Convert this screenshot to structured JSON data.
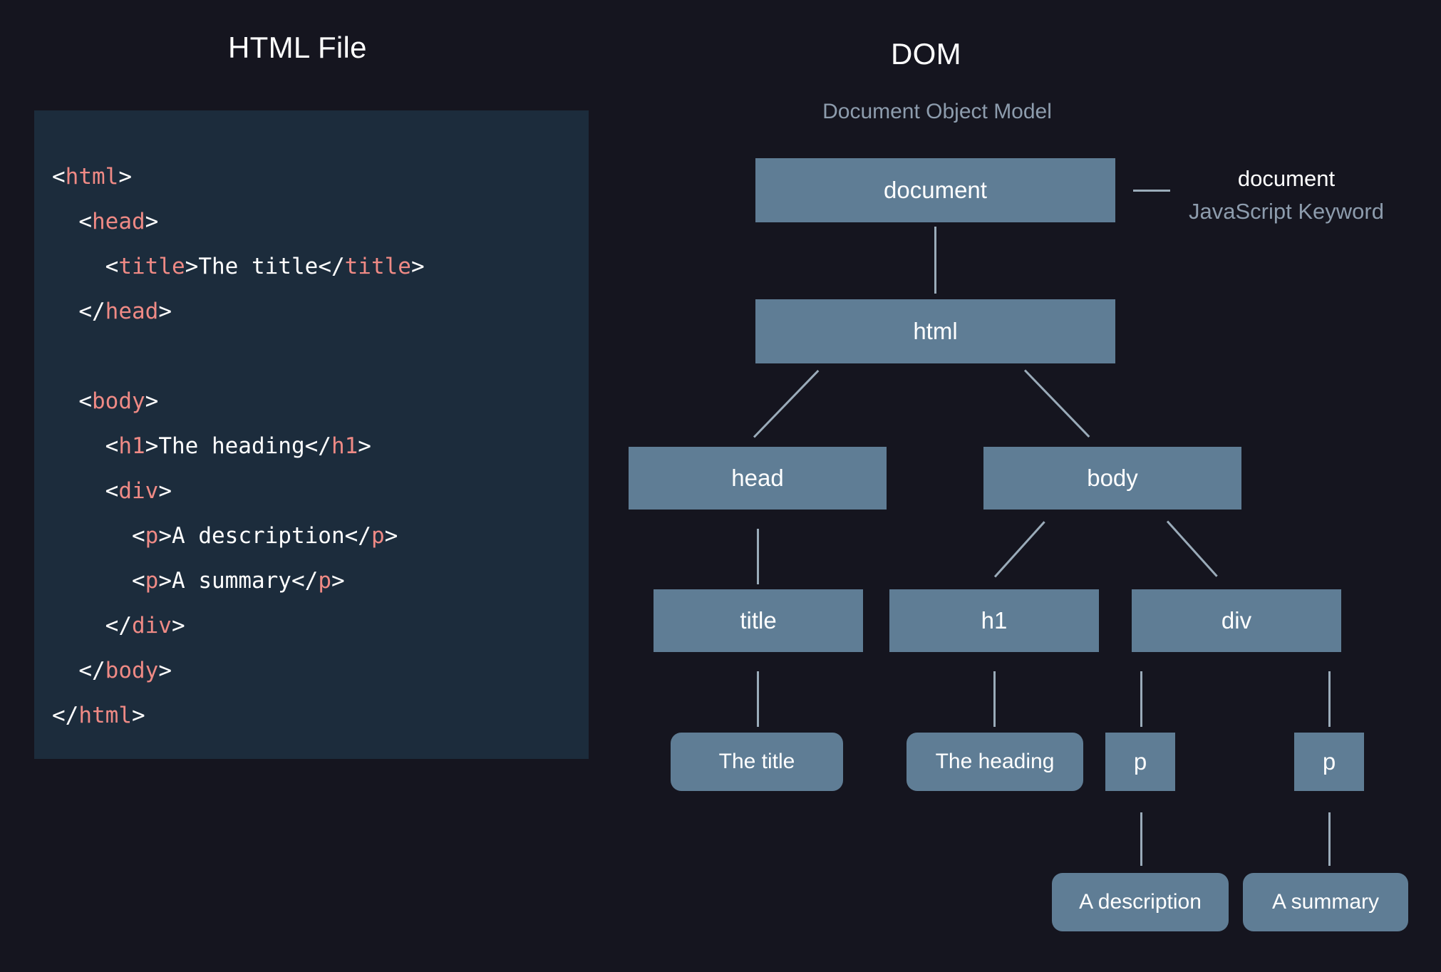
{
  "page": {
    "background_color": "#15151f",
    "node_color": "#5f7d95",
    "code_panel_color": "#1c2c3c",
    "tag_color": "#ef8a85",
    "edge_color": "#9aabb9",
    "muted_text_color": "#8d9cad"
  },
  "left": {
    "title": "HTML File",
    "code_lines": [
      {
        "indent": 0,
        "parts": [
          {
            "t": "punc",
            "v": "<"
          },
          {
            "t": "tag",
            "v": "html"
          },
          {
            "t": "punc",
            "v": ">"
          }
        ]
      },
      {
        "indent": 1,
        "parts": [
          {
            "t": "punc",
            "v": "<"
          },
          {
            "t": "tag",
            "v": "head"
          },
          {
            "t": "punc",
            "v": ">"
          }
        ]
      },
      {
        "indent": 2,
        "parts": [
          {
            "t": "punc",
            "v": "<"
          },
          {
            "t": "tag",
            "v": "title"
          },
          {
            "t": "punc",
            "v": ">"
          },
          {
            "t": "txt",
            "v": "The title"
          },
          {
            "t": "punc",
            "v": "</"
          },
          {
            "t": "tag",
            "v": "title"
          },
          {
            "t": "punc",
            "v": ">"
          }
        ]
      },
      {
        "indent": 1,
        "parts": [
          {
            "t": "punc",
            "v": "</"
          },
          {
            "t": "tag",
            "v": "head"
          },
          {
            "t": "punc",
            "v": ">"
          }
        ]
      },
      {
        "indent": 0,
        "parts": []
      },
      {
        "indent": 1,
        "parts": [
          {
            "t": "punc",
            "v": "<"
          },
          {
            "t": "tag",
            "v": "body"
          },
          {
            "t": "punc",
            "v": ">"
          }
        ]
      },
      {
        "indent": 2,
        "parts": [
          {
            "t": "punc",
            "v": "<"
          },
          {
            "t": "tag",
            "v": "h1"
          },
          {
            "t": "punc",
            "v": ">"
          },
          {
            "t": "txt",
            "v": "The heading"
          },
          {
            "t": "punc",
            "v": "</"
          },
          {
            "t": "tag",
            "v": "h1"
          },
          {
            "t": "punc",
            "v": ">"
          }
        ]
      },
      {
        "indent": 2,
        "parts": [
          {
            "t": "punc",
            "v": "<"
          },
          {
            "t": "tag",
            "v": "div"
          },
          {
            "t": "punc",
            "v": ">"
          }
        ]
      },
      {
        "indent": 3,
        "parts": [
          {
            "t": "punc",
            "v": "<"
          },
          {
            "t": "tag",
            "v": "p"
          },
          {
            "t": "punc",
            "v": ">"
          },
          {
            "t": "txt",
            "v": "A description"
          },
          {
            "t": "punc",
            "v": "</"
          },
          {
            "t": "tag",
            "v": "p"
          },
          {
            "t": "punc",
            "v": ">"
          }
        ]
      },
      {
        "indent": 3,
        "parts": [
          {
            "t": "punc",
            "v": "<"
          },
          {
            "t": "tag",
            "v": "p"
          },
          {
            "t": "punc",
            "v": ">"
          },
          {
            "t": "txt",
            "v": "A summary"
          },
          {
            "t": "punc",
            "v": "</"
          },
          {
            "t": "tag",
            "v": "p"
          },
          {
            "t": "punc",
            "v": ">"
          }
        ]
      },
      {
        "indent": 2,
        "parts": [
          {
            "t": "punc",
            "v": "</"
          },
          {
            "t": "tag",
            "v": "div"
          },
          {
            "t": "punc",
            "v": ">"
          }
        ]
      },
      {
        "indent": 1,
        "parts": [
          {
            "t": "punc",
            "v": "</"
          },
          {
            "t": "tag",
            "v": "body"
          },
          {
            "t": "punc",
            "v": ">"
          }
        ]
      },
      {
        "indent": 0,
        "parts": [
          {
            "t": "punc",
            "v": "</"
          },
          {
            "t": "tag",
            "v": "html"
          },
          {
            "t": "punc",
            "v": ">"
          }
        ]
      }
    ]
  },
  "right": {
    "title": "DOM",
    "subtitle": "Document Object Model",
    "annotation": {
      "line1": "document",
      "line2": "JavaScript Keyword"
    },
    "nodes": {
      "document": "document",
      "html": "html",
      "head": "head",
      "body": "body",
      "title": "title",
      "h1": "h1",
      "div": "div",
      "text_title": "The title",
      "text_heading": "The heading",
      "p1": "p",
      "p2": "p",
      "text_description": "A description",
      "text_summary": "A summary"
    }
  }
}
